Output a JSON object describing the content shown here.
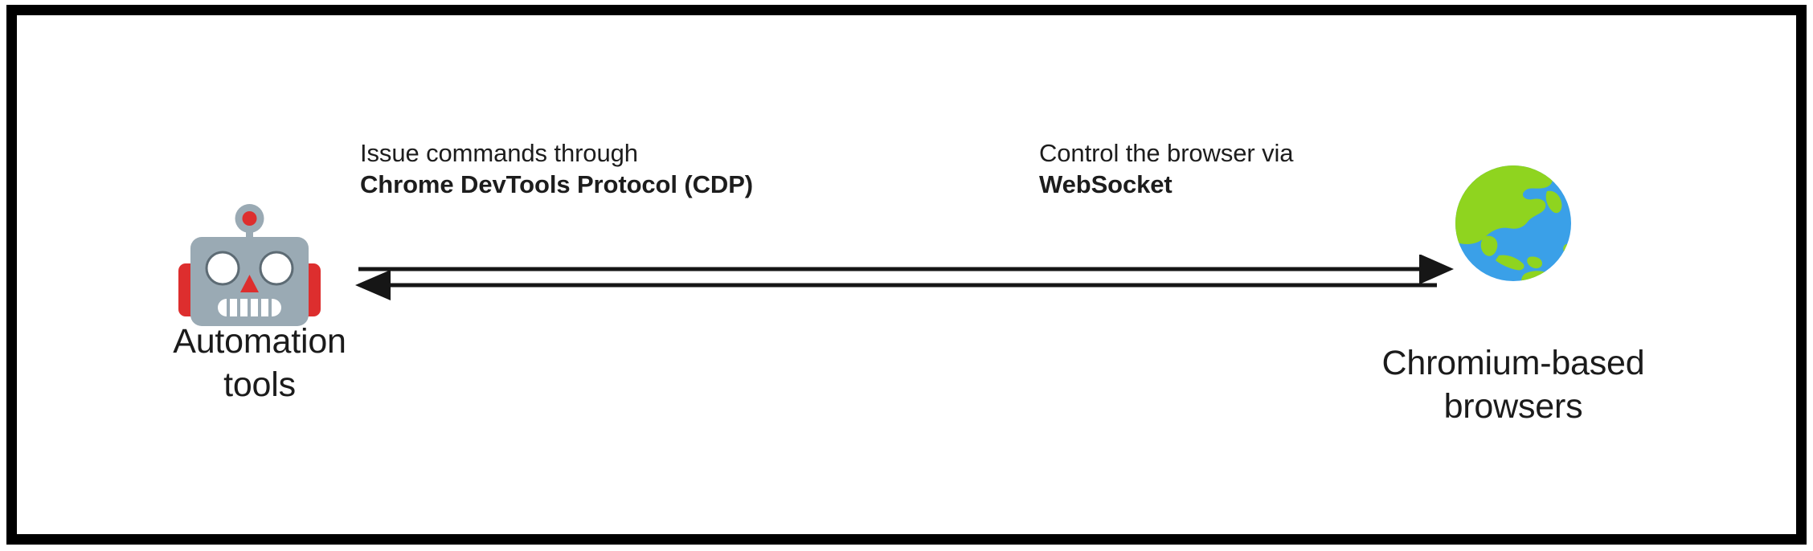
{
  "diagram": {
    "type": "architecture-flow",
    "border_color": "#000000",
    "background_color": "#ffffff",
    "text_color": "#1d1d1d",
    "nodes": [
      {
        "id": "automation-tools",
        "icon": "robot-icon",
        "caption_line_1": "Automation",
        "caption_line_2": "tools",
        "icon_colors": {
          "head": "#9aaab4",
          "ear": "#dd2e2e",
          "antenna_ball": "#dd2e2e",
          "eye": "#ffffff",
          "eye_rim": "#5d6b74",
          "nose": "#dd2e2e",
          "mouth": "#ffffff"
        }
      },
      {
        "id": "chromium-based-browsers",
        "icon": "globe-asia-icon",
        "caption_line_1": "Chromium-based",
        "caption_line_2": "browsers",
        "icon_colors": {
          "ocean": "#3aa0e8",
          "land": "#8fd41f",
          "outline": "#8fd41f"
        }
      }
    ],
    "edges": [
      {
        "id": "edge-to-browser",
        "direction": "left-to-right",
        "arrowhead": "right",
        "label_line_1": "Issue commands through",
        "label_line_2": "Chrome DevTools Protocol (CDP)"
      },
      {
        "id": "edge-to-tools",
        "direction": "right-to-left",
        "arrowhead": "left",
        "label_line_1": "Control the browser via",
        "label_line_2": "WebSocket"
      }
    ]
  }
}
